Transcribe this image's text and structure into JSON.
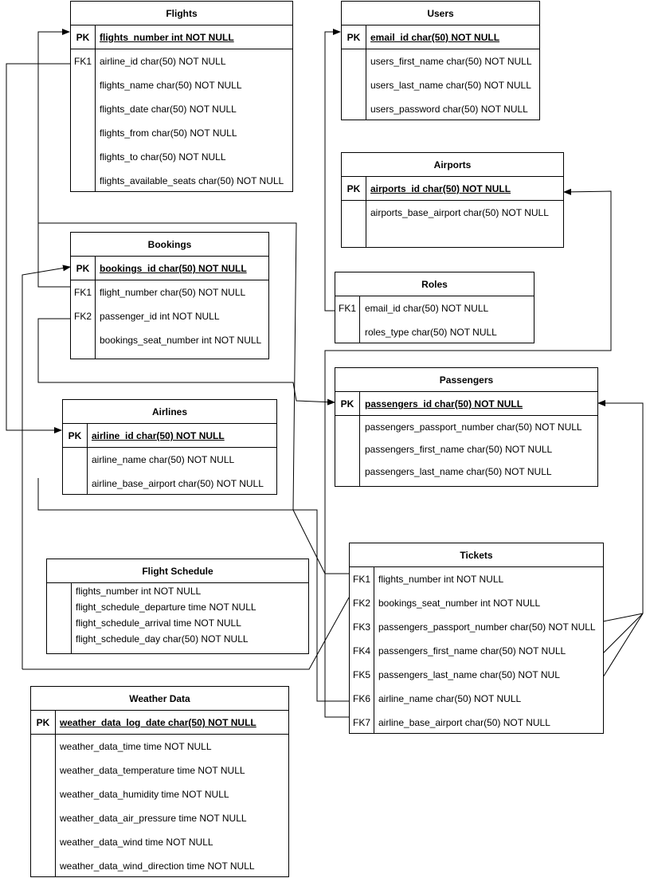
{
  "entities": {
    "flights": {
      "title": "Flights",
      "pk": {
        "key": "PK",
        "field": "flights_number int NOT NULL"
      },
      "rows": [
        {
          "key": "FK1",
          "field": "airline_id char(50) NOT NULL"
        },
        {
          "key": "",
          "field": "flights_name char(50) NOT NULL"
        },
        {
          "key": "",
          "field": "flights_date char(50) NOT NULL"
        },
        {
          "key": "",
          "field": "flights_from char(50) NOT NULL"
        },
        {
          "key": "",
          "field": "flights_to char(50) NOT NULL"
        },
        {
          "key": "",
          "field": "flights_available_seats char(50) NOT NULL"
        }
      ]
    },
    "users": {
      "title": "Users",
      "pk": {
        "key": "PK",
        "field": "email_id char(50) NOT NULL"
      },
      "rows": [
        {
          "key": "",
          "field": "users_first_name char(50) NOT NULL"
        },
        {
          "key": "",
          "field": "users_last_name char(50) NOT NULL"
        },
        {
          "key": "",
          "field": "users_password char(50) NOT NULL"
        }
      ]
    },
    "airports": {
      "title": "Airports",
      "pk": {
        "key": "PK",
        "field": "airports_id char(50) NOT NULL"
      },
      "rows": [
        {
          "key": "",
          "field": "airports_base_airport char(50) NOT NULL"
        }
      ]
    },
    "roles": {
      "title": "Roles",
      "rows": [
        {
          "key": "FK1",
          "field": "email_id char(50) NOT NULL"
        },
        {
          "key": "",
          "field": "roles_type char(50) NOT NULL"
        }
      ]
    },
    "bookings": {
      "title": "Bookings",
      "pk": {
        "key": "PK",
        "field": "bookings_id char(50) NOT NULL"
      },
      "rows": [
        {
          "key": "FK1",
          "field": "flight_number char(50) NOT NULL"
        },
        {
          "key": "FK2",
          "field": "passenger_id int NOT NULL"
        },
        {
          "key": "",
          "field": "bookings_seat_number int NOT NULL"
        }
      ]
    },
    "passengers": {
      "title": "Passengers",
      "pk": {
        "key": "PK",
        "field": "passengers_id char(50) NOT NULL"
      },
      "rows": [
        {
          "key": "",
          "field": "passengers_passport_number char(50) NOT NULL"
        },
        {
          "key": "",
          "field": "passengers_first_name char(50) NOT NULL"
        },
        {
          "key": "",
          "field": "passengers_last_name char(50) NOT NULL"
        }
      ]
    },
    "airlines": {
      "title": "Airlines",
      "pk": {
        "key": "PK",
        "field": "airline_id char(50) NOT NULL"
      },
      "rows": [
        {
          "key": "",
          "field": "airline_name char(50) NOT NULL"
        },
        {
          "key": "",
          "field": "airline_base_airport char(50) NOT NULL"
        }
      ]
    },
    "tickets": {
      "title": "Tickets",
      "rows": [
        {
          "key": "FK1",
          "field": "flights_number int NOT NULL"
        },
        {
          "key": "FK2",
          "field": "bookings_seat_number int NOT NULL"
        },
        {
          "key": "FK3",
          "field": "passengers_passport_number char(50) NOT NULL"
        },
        {
          "key": "FK4",
          "field": "passengers_first_name char(50) NOT NULL"
        },
        {
          "key": "FK5",
          "field": "passengers_last_name char(50) NOT NUL"
        },
        {
          "key": "FK6",
          "field": "airline_name char(50) NOT NULL"
        },
        {
          "key": "FK7",
          "field": "airline_base_airport char(50) NOT NULL"
        }
      ]
    },
    "flight_schedule": {
      "title": "Flight Schedule",
      "rows": [
        {
          "key": "",
          "field": "flights_number int NOT NULL"
        },
        {
          "key": "",
          "field": "flight_schedule_departure time NOT NULL"
        },
        {
          "key": "",
          "field": "flight_schedule_arrival time NOT NULL"
        },
        {
          "key": "",
          "field": "flight_schedule_day char(50) NOT NULL"
        }
      ]
    },
    "weather_data": {
      "title": "Weather Data",
      "pk": {
        "key": "PK",
        "field": "weather_data_log_date char(50) NOT NULL"
      },
      "rows": [
        {
          "key": "",
          "field": "weather_data_time time NOT NULL"
        },
        {
          "key": "",
          "field": "weather_data_temperature time NOT NULL"
        },
        {
          "key": "",
          "field": "weather_data_humidity time NOT NULL"
        },
        {
          "key": "",
          "field": "weather_data_air_pressure time NOT NULL"
        },
        {
          "key": "",
          "field": "weather_data_wind time NOT NULL"
        },
        {
          "key": "",
          "field": "weather_data_wind_direction time NOT NULL"
        }
      ]
    }
  }
}
